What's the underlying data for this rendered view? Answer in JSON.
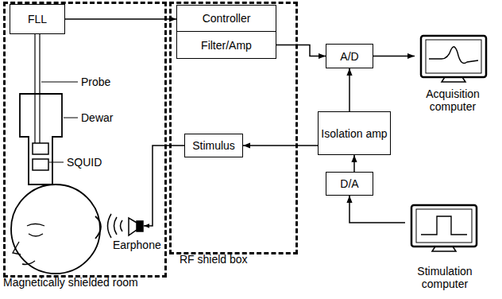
{
  "diagram": {
    "nodes": [
      {
        "text": [
          "Magnetically shielded room"
        ]
      },
      {
        "text": [
          "FLL"
        ],
        "in": 0
      },
      {
        "text": [
          "RF shield box"
        ]
      },
      {
        "text": [
          "Controller"
        ],
        "in": 2
      },
      {
        "text": [
          "Filter/Amp"
        ],
        "in": 2
      },
      {
        "text": [
          "Stimulus"
        ],
        "in": 2
      },
      {
        "text": [
          "A/D"
        ]
      },
      {
        "text": [
          "Acquisition computer"
        ]
      },
      {
        "text": [
          "Isolation amp"
        ]
      },
      {
        "text": [
          "D/A"
        ]
      },
      {
        "text": [
          "Stimulation computer"
        ]
      }
    ],
    "edges": [
      {
        "from": 1,
        "to": 3,
        "arrow": "to"
      },
      {
        "from": 4,
        "to": 6,
        "arrow": "to"
      },
      {
        "from": 6,
        "to": 7,
        "arrow": "to"
      },
      {
        "from": 8,
        "to": 6,
        "arrow": "to"
      },
      {
        "from": 8,
        "to": 5,
        "arrow": "to"
      },
      {
        "from": 9,
        "to": 8,
        "arrow": "to"
      },
      {
        "from": 10,
        "to": 9,
        "arrow": "to"
      }
    ],
    "labels": [
      "Probe",
      "Dewar",
      "SQUID",
      "Earphone"
    ]
  }
}
